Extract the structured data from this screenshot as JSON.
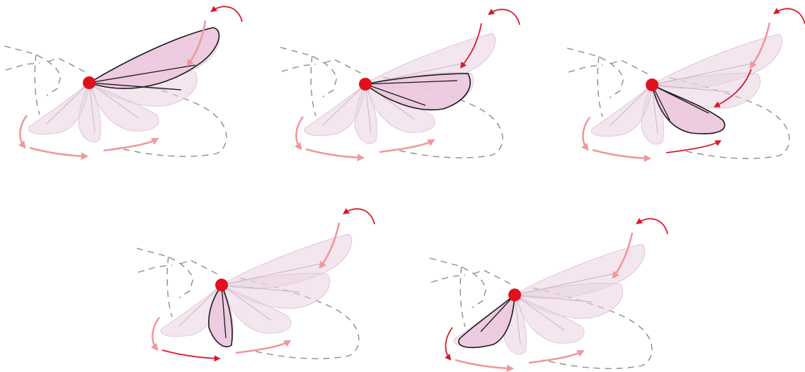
{
  "diagram": {
    "kind": "wing-flap-sequence",
    "panel_count": 5,
    "stages": [
      {
        "active_wing": "upstroke-top",
        "emphasis": "top-right-curl"
      },
      {
        "active_wing": "mid-upper",
        "emphasis": "downward-sweep"
      },
      {
        "active_wing": "mid-lower",
        "emphasis": "downward-sweep-strong"
      },
      {
        "active_wing": "bottom-vertical",
        "emphasis": "lower-left-sweep"
      },
      {
        "active_wing": "lower-left",
        "emphasis": "lower-left-curl"
      }
    ]
  },
  "colors": {
    "pivot": "#e0101c",
    "wing_fill": "#ecc8df",
    "ghost_fill": "#ead2e2",
    "arrow_strong": "#d9192b",
    "arrow_light": "#f0979e",
    "outline": "#8c8c8c"
  }
}
